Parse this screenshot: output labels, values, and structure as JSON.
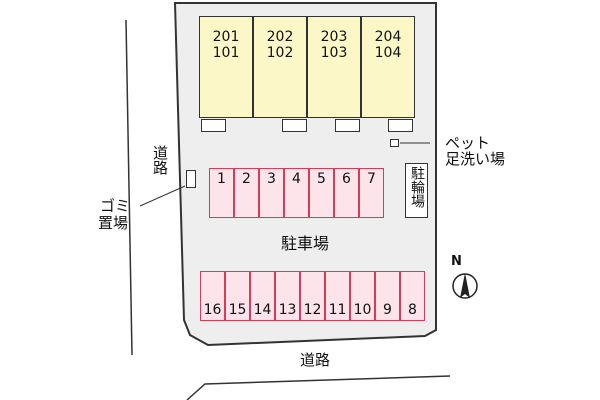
{
  "units": [
    {
      "upper": "201",
      "lower": "101"
    },
    {
      "upper": "202",
      "lower": "102"
    },
    {
      "upper": "203",
      "lower": "103"
    },
    {
      "upper": "204",
      "lower": "104"
    }
  ],
  "parking_top": [
    "1",
    "2",
    "3",
    "4",
    "5",
    "6",
    "7"
  ],
  "parking_bottom": [
    "16",
    "15",
    "14",
    "13",
    "12",
    "11",
    "10",
    "9",
    "8"
  ],
  "labels": {
    "road_left": "道路",
    "road_bottom": "道路",
    "garbage": "ゴミ置場",
    "garbage_line1": "ゴミ",
    "garbage_line2": "置場",
    "pet_line1": "ペット",
    "pet_line2": "足洗い場",
    "bike_parking": "駐輪場",
    "parking": "駐車場",
    "north": "N"
  },
  "colors": {
    "building_fill": "#fbf7c6",
    "parking_fill": "#fde3ea",
    "parking_stroke": "#d63b5a",
    "lot_fill": "#eeeeee"
  }
}
